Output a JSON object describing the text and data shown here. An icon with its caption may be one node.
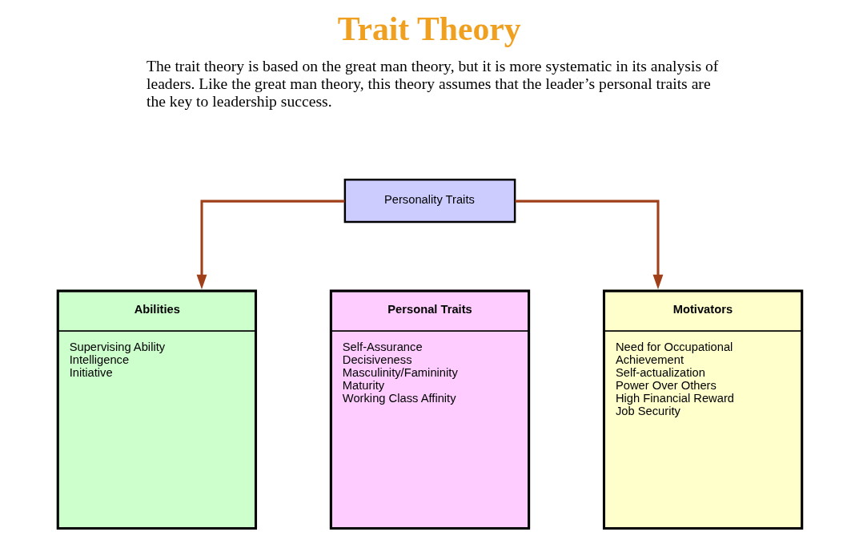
{
  "diagram": {
    "title": "Trait Theory",
    "nodes": [
      {
        "text": [
          "Personality Traits"
        ]
      },
      {
        "text": [
          "Abilities",
          "Supervising Ability",
          "Intelligence",
          "Initiative"
        ]
      },
      {
        "text": [
          "Personal Traits",
          "Self-Assurance",
          "Decisiveness",
          "Masculinity/Famininity",
          "Maturity",
          "Working Class Affinity"
        ]
      },
      {
        "text": [
          "Motivators",
          "Need for Occupational Achievement",
          "Self-actualization",
          "Power Over Others",
          "High Financial Reward",
          "Job Security"
        ]
      }
    ],
    "edges": [
      {
        "from": 0,
        "to": 1,
        "arrow": "to"
      },
      {
        "from": 0,
        "to": 3,
        "arrow": "to"
      }
    ],
    "labels": [
      "The trait theory is based on the great man theory, but it is more systematic in its analysis of leaders. Like the great man theory, this theory assumes that the leader’s personal traits are the key to leadership success."
    ]
  }
}
